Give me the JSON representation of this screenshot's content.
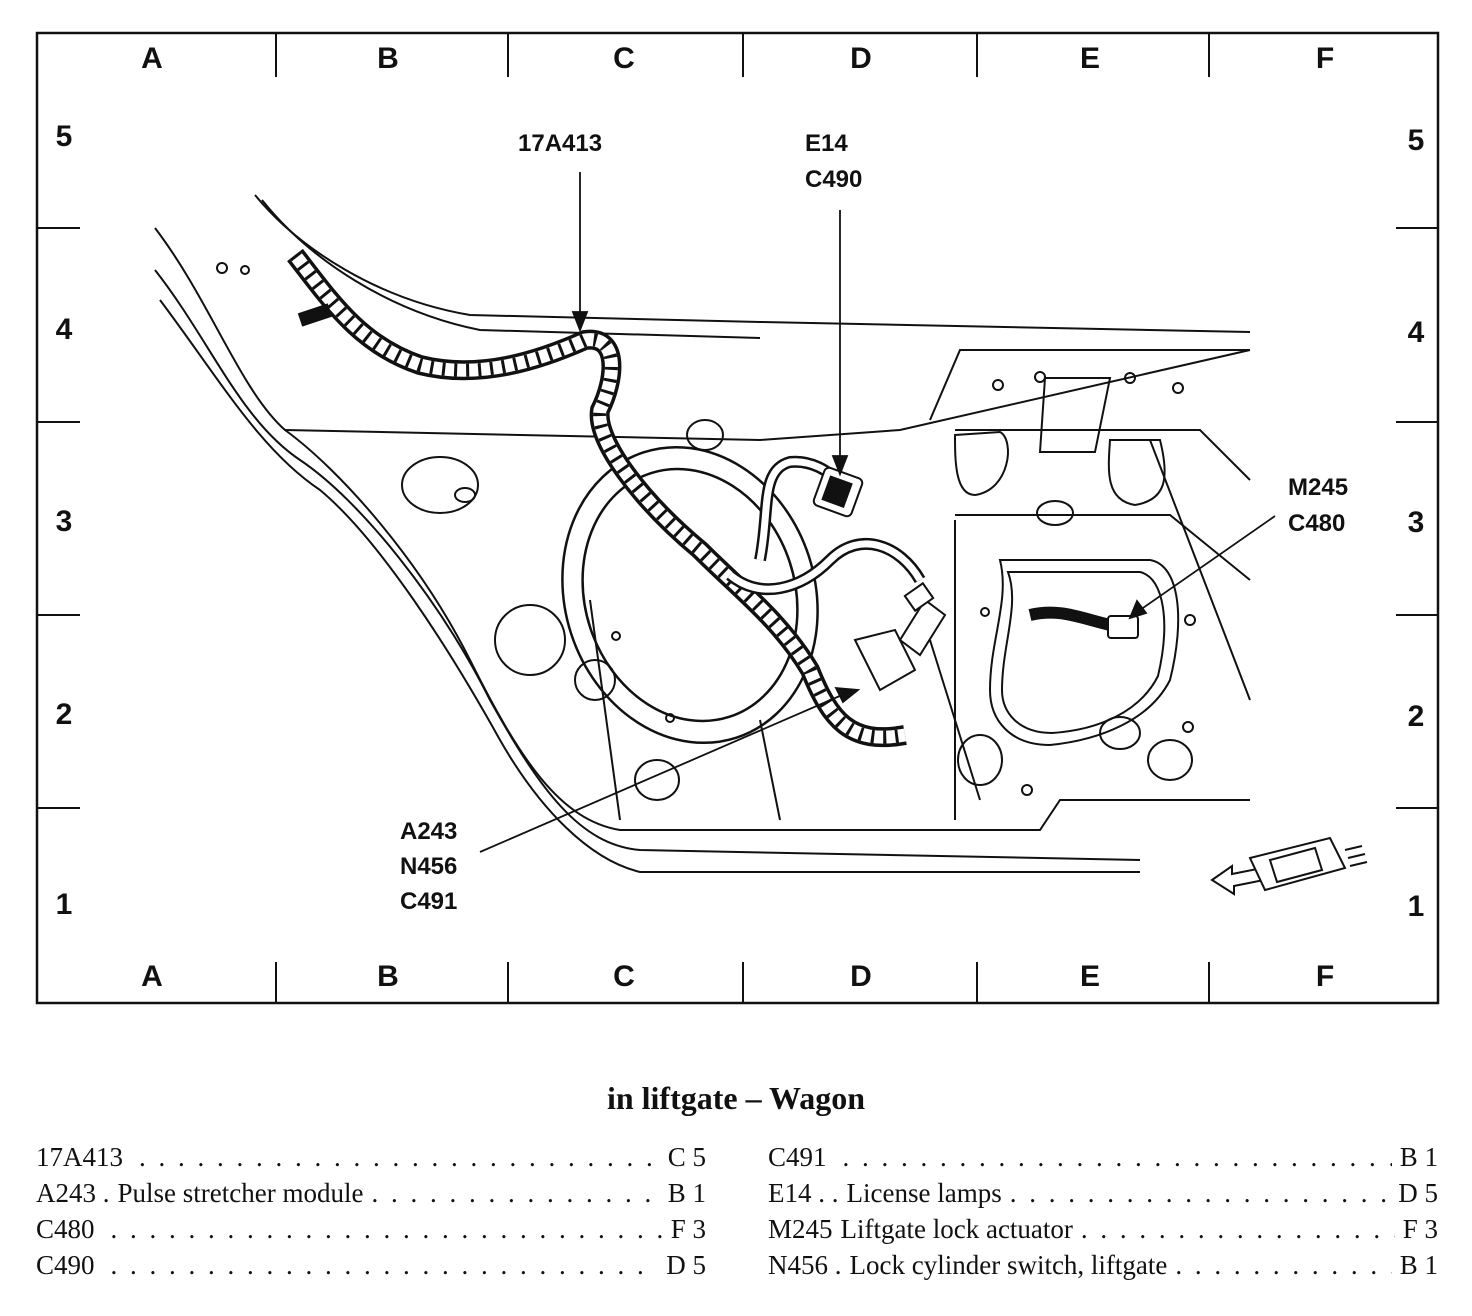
{
  "grid": {
    "columns_top": [
      "A",
      "B",
      "C",
      "D",
      "E",
      "F"
    ],
    "columns_bottom": [
      "A",
      "B",
      "C",
      "D",
      "E",
      "F"
    ],
    "rows_left": [
      "5",
      "4",
      "3",
      "2",
      "1"
    ],
    "rows_right": [
      "5",
      "4",
      "3",
      "2",
      "1"
    ]
  },
  "callouts": {
    "harness": [
      "17A413"
    ],
    "license": [
      "E14",
      "C490"
    ],
    "lock_actuator": [
      "M245",
      "C480"
    ],
    "module": [
      "A243",
      "N456",
      "C491"
    ]
  },
  "caption": "in liftgate – Wagon",
  "legend_left": [
    {
      "code": "17A413",
      "desc": "",
      "loc": "C 5"
    },
    {
      "code": "A243 .",
      "desc": "Pulse stretcher module",
      "loc": "B 1"
    },
    {
      "code": "C480",
      "desc": "",
      "loc": "F 3"
    },
    {
      "code": "C490",
      "desc": "",
      "loc": "D 5"
    }
  ],
  "legend_right": [
    {
      "code": "C491",
      "desc": "",
      "loc": "B 1"
    },
    {
      "code": "E14 . .",
      "desc": "License lamps",
      "loc": "D 5"
    },
    {
      "code": "M245",
      "desc": "Liftgate lock actuator",
      "loc": "F 3"
    },
    {
      "code": "N456 .",
      "desc": "Lock cylinder switch, liftgate",
      "loc": "B 1"
    }
  ]
}
